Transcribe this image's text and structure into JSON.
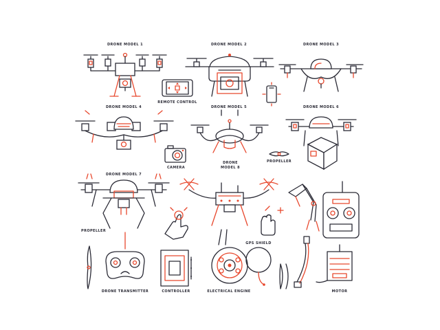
{
  "colors": {
    "ink": "#2a2a35",
    "accent": "#e8472c",
    "background": "#ffffff"
  },
  "labels": {
    "drone_model_1": "DRONE MODEL 1",
    "drone_model_2": "DRONE MODEL 2",
    "drone_model_3": "DRONE MODEL 3",
    "drone_model_4": "DRONE MODEL 4",
    "drone_model_5": "DRONE MODEL 5",
    "drone_model_6": "DRONE MODEL 6",
    "drone_model_7": "DRONE MODEL 7",
    "drone_model_8_line1": "DRONE",
    "drone_model_8_line2": "MODEL 8",
    "remote_control": "REMOTE CONTROL",
    "camera": "CAMERA",
    "propeller_1": "PROPELLER",
    "propeller_2": "PROPELLER",
    "drone_transmitter": "DRONE TRANSMITTER",
    "controller": "CONTROLLER",
    "electrical_engine": "ELECTRICAL ENGINE",
    "gps_shield": "GPS SHIELD",
    "motor": "MOTOR"
  },
  "icons": [
    "drone-model-1-icon",
    "drone-model-2-icon",
    "drone-model-3-icon",
    "remote-control-icon",
    "smartphone-icon",
    "drone-model-4-icon",
    "drone-model-5-icon",
    "drone-model-6-icon",
    "camera-icon",
    "propeller-icon",
    "drone-model-7-icon",
    "drone-model-8-icon",
    "touch-hand-icon",
    "gesture-hand-icon",
    "robotic-arm-icon",
    "drone-transmitter-icon",
    "controller-board-icon",
    "electrical-engine-icon",
    "gps-shield-icon",
    "cable-icon",
    "motor-icon",
    "remote-transmitter-icon"
  ]
}
